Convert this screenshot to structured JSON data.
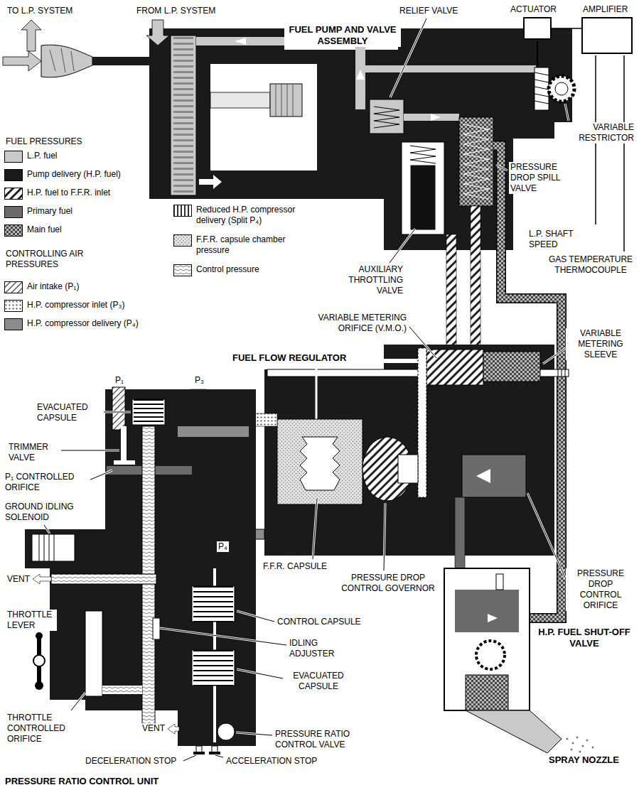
{
  "diagram": {
    "nodes": [
      {
        "text": [
          "ACTUATOR"
        ]
      },
      {
        "text": [
          "AMPLIFIER"
        ]
      }
    ],
    "edges": [
      {
        "from": 0,
        "to": 1,
        "arrow": "none"
      }
    ],
    "labels": [
      "TO L.P. SYSTEM",
      "FROM L.P. SYSTEM",
      "RELIEF VALVE",
      "FUEL PUMP AND VALVE ASSEMBLY",
      "FUEL PRESSURES",
      "VARIABLE RESTRICTOR",
      "PRESSURE DROP SPILL VALVE",
      "L.P. SHAFT SPEED",
      "CONTROLLING AIR PRESSURES",
      "GAS TEMPERATURE THERMOCOUPLE",
      "AUXILIARY THROTTLING VALVE",
      "VARIABLE METERING ORIFICE (V.M.O.)",
      "VARIABLE METERING SLEEVE",
      "FUEL FLOW REGULATOR",
      "P₁",
      "P₃",
      "EVACUATED CAPSULE",
      "TRIMMER VALVE",
      "P₁ CONTROLLED ORIFICE",
      "GROUND IDLING SOLENOID",
      "P₄",
      "F.F.R. CAPSULE",
      "PRESSURE DROP CONTROL GOVERNOR",
      "PRESSURE DROP CONTROL ORIFICE",
      "VENT",
      "THROTTLE LEVER",
      "CONTROL CAPSULE",
      "H.P. FUEL SHUT-OFF VALVE",
      "IDLING ADJUSTER",
      "EVACUATED CAPSULE",
      "THROTTLE CONTROLLED ORIFICE",
      "VENT",
      "PRESSURE RATIO CONTROL VALVE",
      "DECELERATION STOP",
      "ACCELERATION STOP",
      "SPRAY NOZZLE",
      "PRESSURE RATIO CONTROL UNIT"
    ],
    "legend": [
      {
        "text": "L.P. fuel",
        "color": "#c9c9c9"
      },
      {
        "text": "Pump delivery (H.P. fuel)",
        "color": "#1a1a1a"
      },
      {
        "text": "H.P. fuel to F.F.R. inlet"
      },
      {
        "text": "Primary fuel",
        "color": "#6b6b6b"
      },
      {
        "text": "Main fuel"
      },
      {
        "text": "Air intake (P₁)"
      },
      {
        "text": "H.P. compressor inlet (P₃)"
      },
      {
        "text": "H.P. compressor delivery (P₄)",
        "color": "#8c8c8c"
      },
      {
        "text": "Reduced H.P. compressor delivery (Split P₄)"
      },
      {
        "text": "F.F.R. capsule chamber pressure"
      },
      {
        "text": "Control pressure"
      }
    ]
  }
}
